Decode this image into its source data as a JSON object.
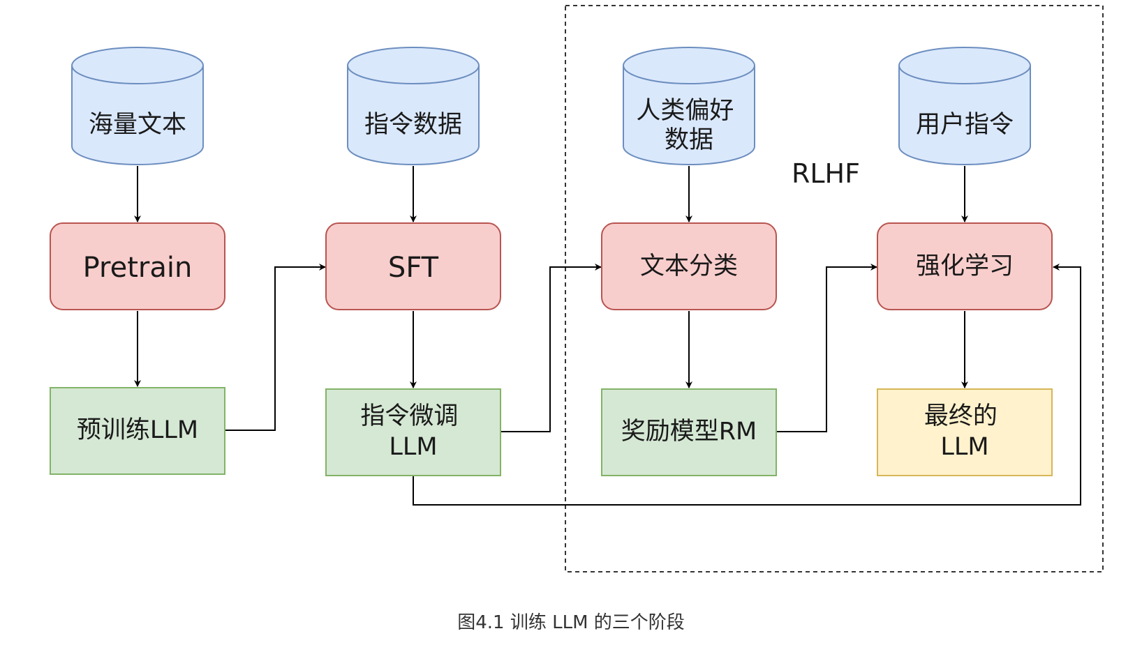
{
  "colors": {
    "db_fill": "#dae8fc",
    "db_stroke": "#6c8ebf",
    "process_fill": "#f8cecc",
    "process_stroke": "#b85450",
    "model_fill": "#d5e8d4",
    "model_stroke": "#82b366",
    "final_fill": "#fff2cc",
    "final_stroke": "#d6b656",
    "line": "#000000",
    "rlhf_border": "#333333"
  },
  "rlhf_label": "RLHF",
  "caption": "图4.1 训练 LLM 的三个阶段",
  "nodes": {
    "db_text": [
      "海量文本"
    ],
    "db_instructions": [
      "指令数据"
    ],
    "db_preferences": [
      "人类偏好",
      "数据"
    ],
    "db_user_instructions": [
      "用户指令"
    ],
    "proc_pretrain": [
      "Pretrain"
    ],
    "proc_sft": [
      "SFT"
    ],
    "proc_classification": [
      "文本分类"
    ],
    "proc_rl": [
      "强化学习"
    ],
    "model_pretrained": [
      "预训练LLM"
    ],
    "model_instruct": [
      "指令微调",
      "LLM"
    ],
    "model_reward": [
      "奖励模型RM"
    ],
    "model_final": [
      "最终的",
      "LLM"
    ]
  }
}
